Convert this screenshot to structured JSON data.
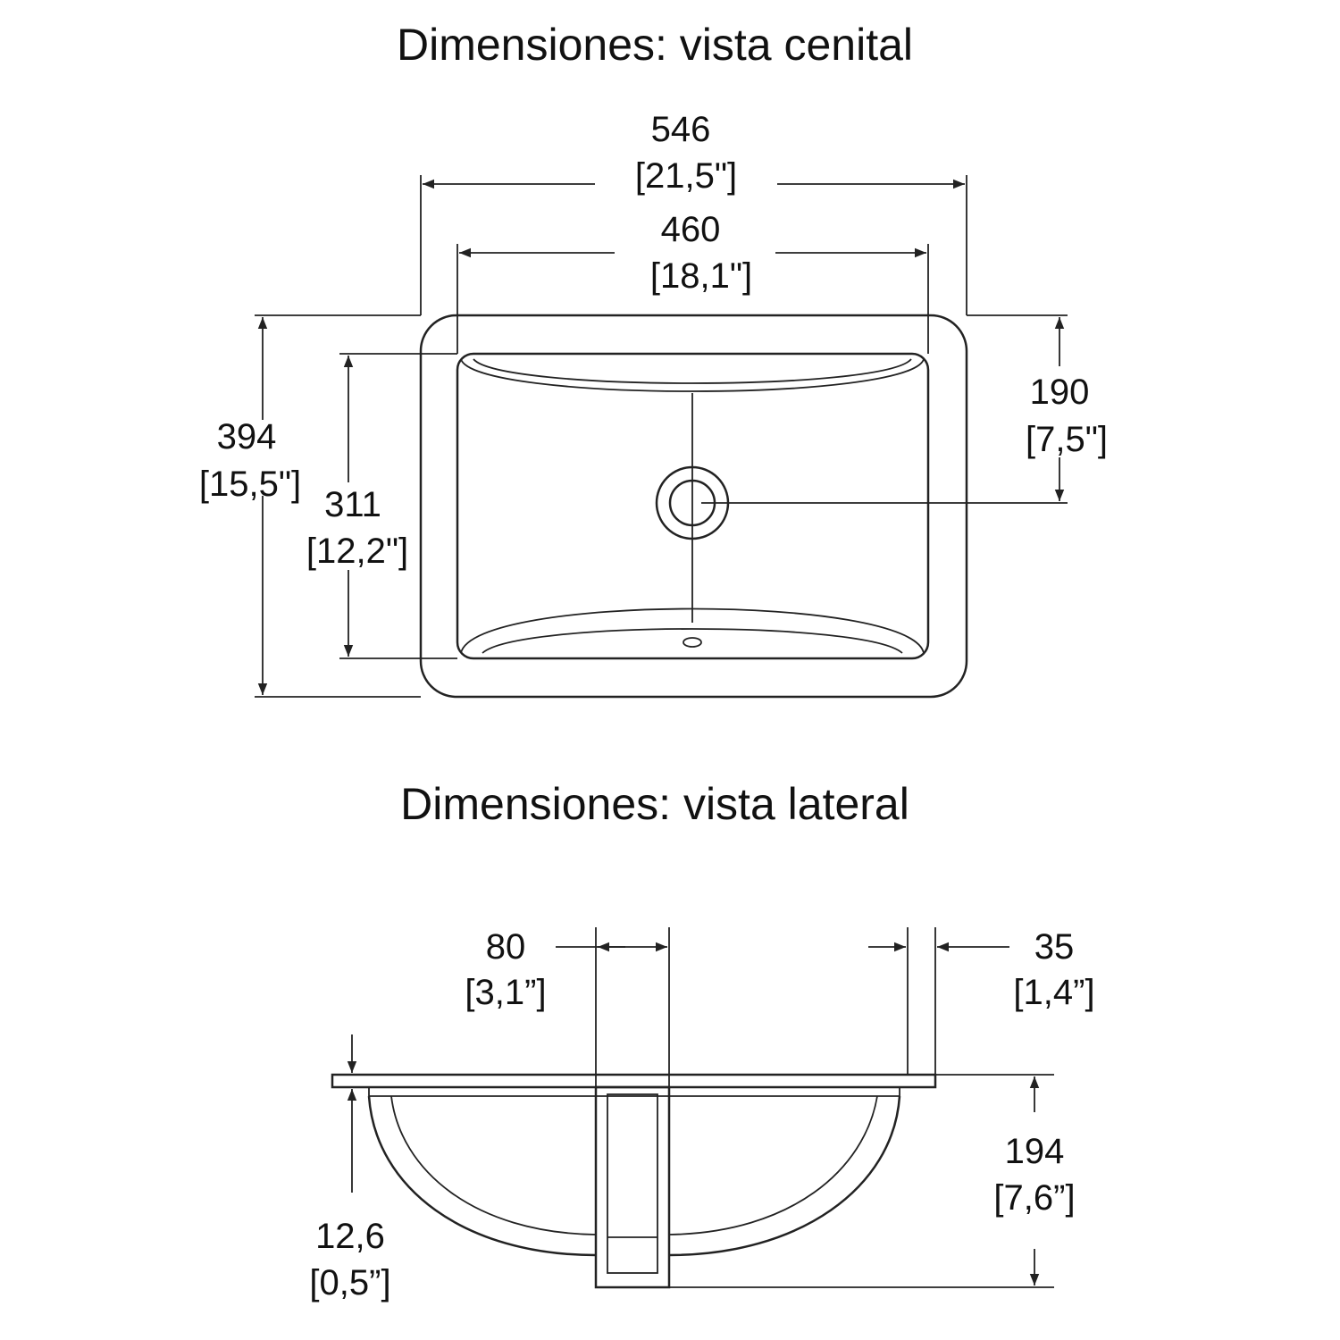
{
  "top_view": {
    "title": "Dimensiones: vista cenital",
    "width_outer": {
      "mm": "546",
      "inch": "[21,5\"]"
    },
    "width_inner": {
      "mm": "460",
      "inch": "[18,1\"]"
    },
    "depth_outer": {
      "mm": "394",
      "inch": "[15,5\"]"
    },
    "depth_inner": {
      "mm": "311",
      "inch": "[12,2\"]"
    },
    "drain_offset": {
      "mm": "190",
      "inch": "[7,5\"]"
    }
  },
  "side_view": {
    "title": "Dimensiones: vista lateral",
    "drain_width": {
      "mm": "80",
      "inch": "[3,1”]"
    },
    "rim_width": {
      "mm": "35",
      "inch": "[1,4”]"
    },
    "bowl_height": {
      "mm": "194",
      "inch": "[7,6”]"
    },
    "rim_thickness": {
      "mm": "12,6",
      "inch": "[0,5”]"
    }
  },
  "colors": {
    "line": "#222222",
    "text": "#111111",
    "background": "#ffffff"
  }
}
